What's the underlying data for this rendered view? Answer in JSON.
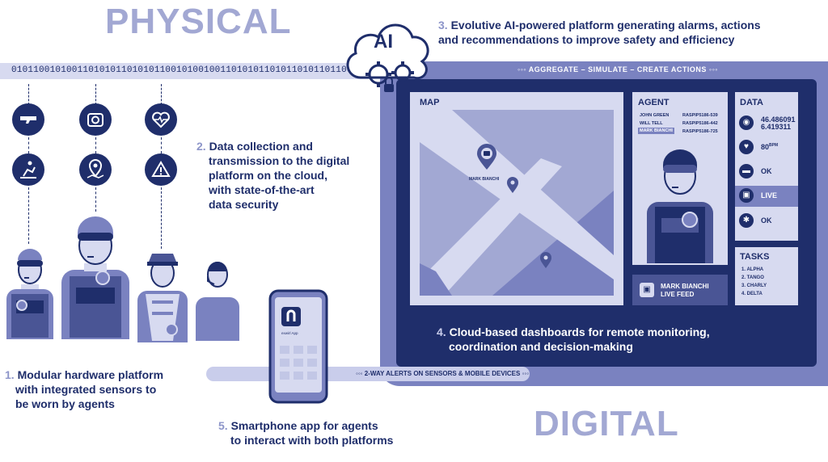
{
  "titles": {
    "physical": "PHYSICAL",
    "digital": "DIGITAL"
  },
  "bitstream": "0101100101001101010110101011001010010011010101101011010110110011011010",
  "flow_top": "◦◦◦ AGGREGATE  –  SIMULATE  –  CREATE ACTIONS ◦◦◦",
  "flow_bottom": "◦◦◦ 2-WAY ALERTS ON SENSORS & MOBILE DEVICES ◦◦◦",
  "cloud_label": "AI",
  "steps": [
    {
      "num": "1.",
      "text_lines": [
        "Modular hardware platform",
        "with integrated sensors to",
        "be worn by agents"
      ]
    },
    {
      "num": "2.",
      "text_lines": [
        "Data collection and",
        "transmission to the digital",
        "platform on the cloud,",
        "with state-of-the-art",
        "data security"
      ]
    },
    {
      "num": "3.",
      "text_lines": [
        "Evolutive AI-powered platform generating alarms, actions",
        "and recommendations to improve safety and efficiency"
      ]
    },
    {
      "num": "4.",
      "text_lines": [
        "Cloud-based dashboards for remote monitoring,",
        "coordination and decision-making"
      ]
    },
    {
      "num": "5.",
      "text_lines": [
        "Smartphone app for agents",
        "to interact with both platforms"
      ]
    }
  ],
  "dashboard": {
    "map": {
      "title": "MAP",
      "marker_label": "MARK BIANCHI"
    },
    "agent": {
      "title": "AGENT",
      "rows": [
        {
          "name": "JOHN GREEN",
          "id": "RASPIP5186-539",
          "selected": false
        },
        {
          "name": "WILL TELL",
          "id": "RASPIP5186-442",
          "selected": false
        },
        {
          "name": "MARK BIANCHI",
          "id": "RASPIP5186-725",
          "selected": true
        }
      ]
    },
    "data": {
      "title": "DATA",
      "coords": [
        "46.486091",
        "6.419311"
      ],
      "heart_value": "80",
      "heart_unit": "BPM",
      "weapon_status": "OK",
      "camera_status": "LIVE",
      "fall_status": "OK"
    },
    "tasks": {
      "title": "TASKS",
      "items": [
        "1. ALPHA",
        "2. TANGO",
        "3. CHARLY",
        "4. DELTA"
      ]
    },
    "feed": {
      "line1": "MARK BIANCHI",
      "line2": "LIVE FEED"
    }
  },
  "phone": {
    "app_label": "exwirl App"
  },
  "colors": {
    "navy": "#1f2e6b",
    "periwinkle": "#7a82c0",
    "light": "#d7daf0",
    "title": "#a2a8d3"
  }
}
